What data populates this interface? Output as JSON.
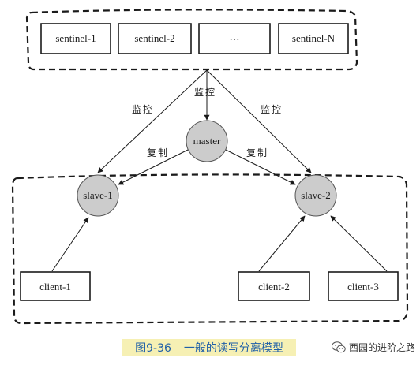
{
  "sentinels": [
    "sentinel-1",
    "sentinel-2",
    "…",
    "sentinel-N"
  ],
  "master": "master",
  "slaves": [
    "slave-1",
    "slave-2"
  ],
  "clients": [
    "client-1",
    "client-2",
    "client-3"
  ],
  "edge_labels": {
    "monitor": "监控",
    "replicate": "复制"
  },
  "caption": {
    "number": "图9-36",
    "title": "一般的读写分离模型"
  },
  "watermark": "西园的进阶之路",
  "colors": {
    "node_fill": "#cccccc",
    "caption_bg": "#f6f0b4",
    "caption_text": "#1f5fa8"
  }
}
